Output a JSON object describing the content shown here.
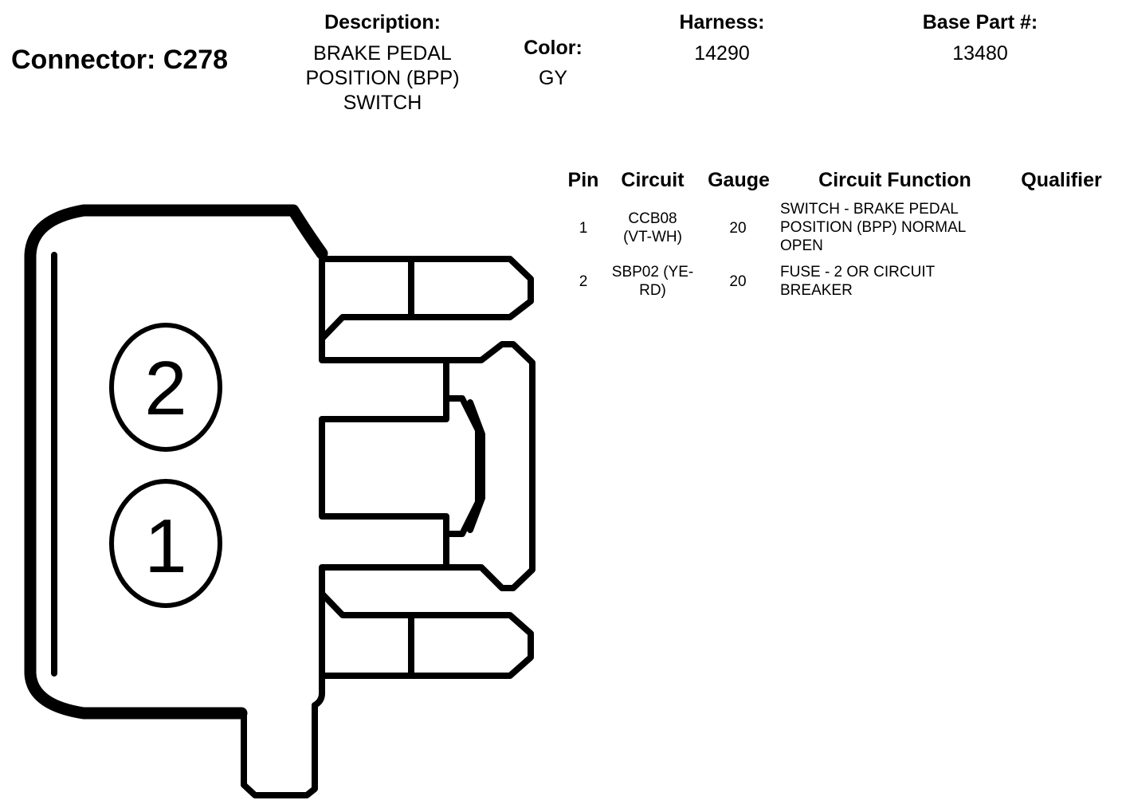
{
  "connector": {
    "label": "Connector: C278"
  },
  "description": {
    "label": "Description:",
    "lines": [
      "BRAKE PEDAL",
      "POSITION (BPP)",
      "SWITCH"
    ]
  },
  "color": {
    "label": "Color:",
    "value": "GY"
  },
  "harness": {
    "label": "Harness:",
    "value": "14290"
  },
  "base_part": {
    "label": "Base Part #:",
    "value": "13480"
  },
  "table": {
    "headers": {
      "pin": "Pin",
      "circuit": "Circuit",
      "gauge": "Gauge",
      "function": "Circuit Function",
      "qualifier": "Qualifier"
    },
    "rows": [
      {
        "pin": "1",
        "circuit": [
          "CCB08",
          "(VT-WH)"
        ],
        "gauge": "20",
        "function": [
          "SWITCH - BRAKE PEDAL",
          "POSITION (BPP) NORMAL",
          "OPEN"
        ],
        "qualifier": ""
      },
      {
        "pin": "2",
        "circuit": [
          "SBP02 (YE-",
          "RD)"
        ],
        "gauge": "20",
        "function": [
          "FUSE - 2 OR CIRCUIT",
          "BREAKER"
        ],
        "qualifier": ""
      }
    ]
  },
  "diagram": {
    "pin_labels": [
      "2",
      "1"
    ]
  }
}
